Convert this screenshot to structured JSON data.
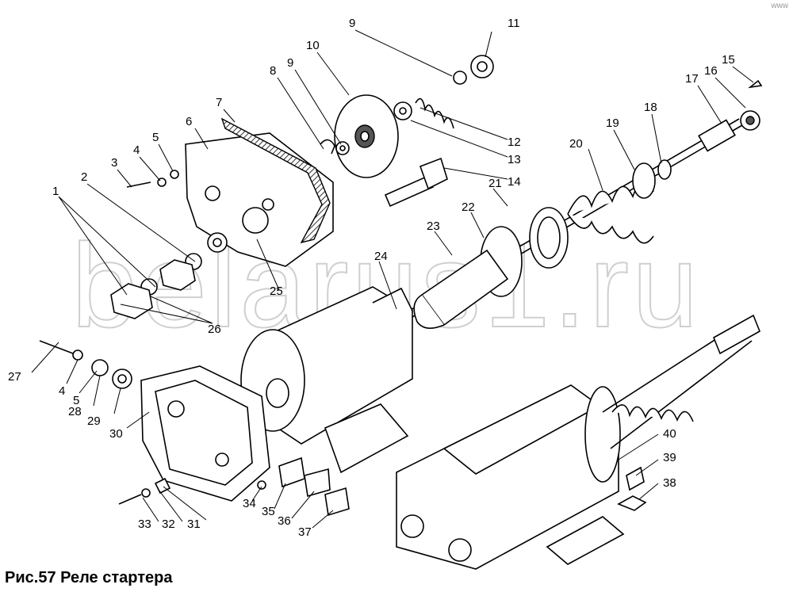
{
  "caption": "Рис.57 Реле стартера",
  "watermark": "belarus1.ru",
  "site_mark": "www",
  "callouts": [
    "1",
    "2",
    "3",
    "4",
    "5",
    "6",
    "7",
    "8",
    "9",
    "10",
    "11",
    "12",
    "13",
    "14",
    "15",
    "16",
    "17",
    "18",
    "19",
    "20",
    "21",
    "22",
    "23",
    "24",
    "25",
    "26",
    "27",
    "28",
    "29",
    "30",
    "31",
    "32",
    "33",
    "34",
    "35",
    "36",
    "37",
    "38",
    "39",
    "40"
  ],
  "callouts_repeat": {
    "n4": "4",
    "n5": "5",
    "n9": "9"
  }
}
